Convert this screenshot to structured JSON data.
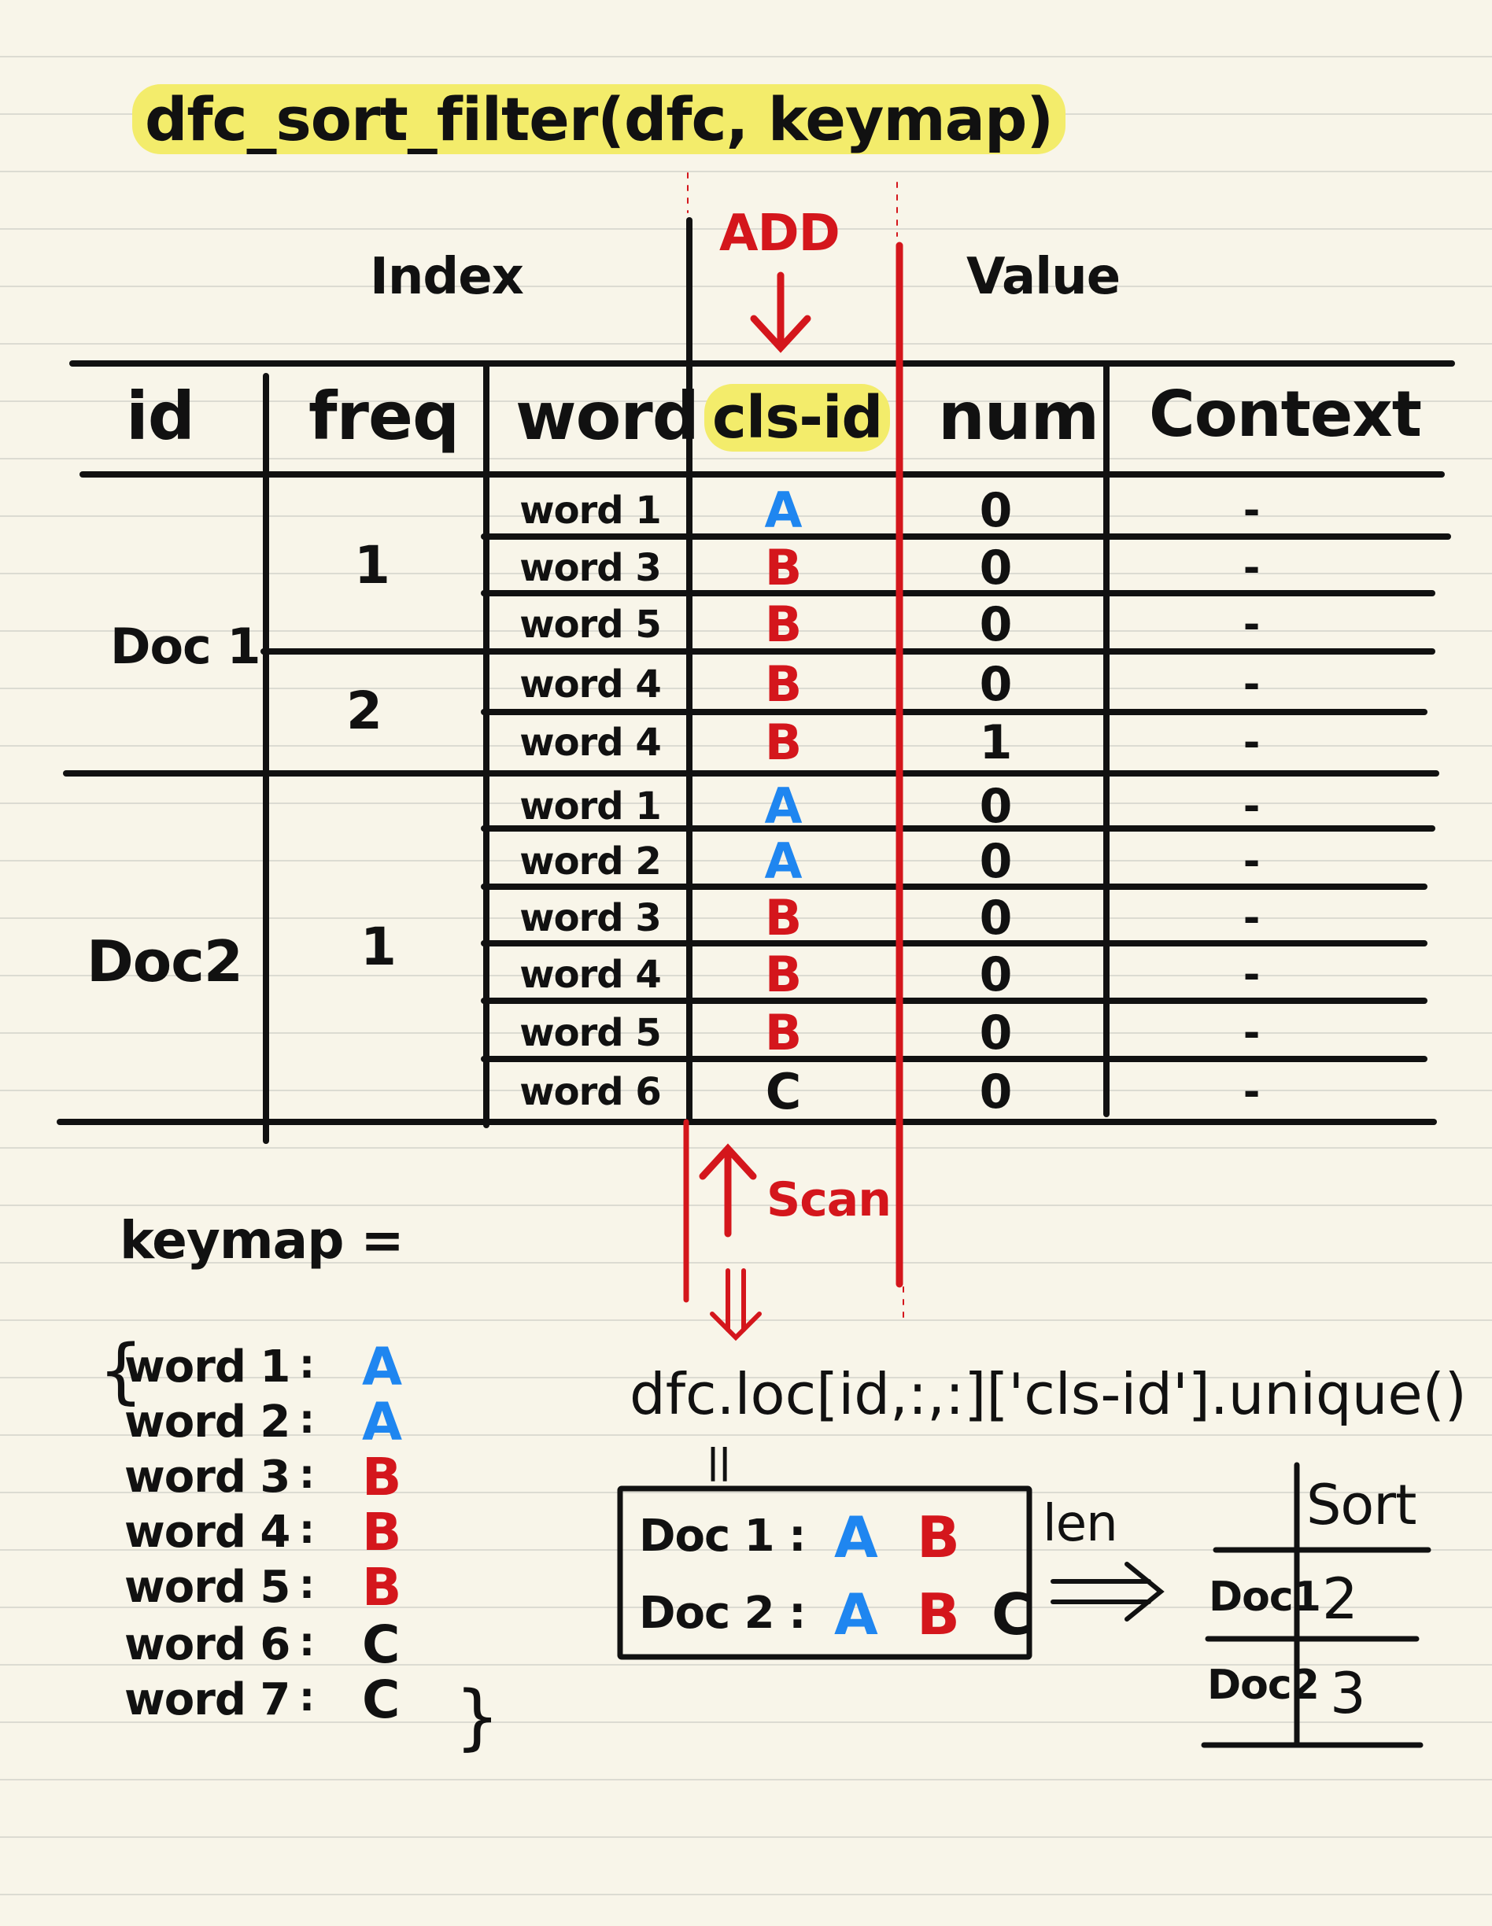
{
  "title": "dfc_sort_filter(dfc, keymap)",
  "annotations": {
    "index": "Index",
    "value": "Value",
    "add": "ADD",
    "scan": "Scan",
    "len": "len",
    "equals_mark": "||"
  },
  "table": {
    "headers": [
      "id",
      "freq",
      "word",
      "cls-id",
      "num",
      "Context"
    ],
    "groups": [
      {
        "id": "Doc 1",
        "freq_groups": [
          {
            "freq": "1",
            "rows": [
              {
                "word": "word 1",
                "cls": "A",
                "num": "0",
                "ctx": "-"
              },
              {
                "word": "word 3",
                "cls": "B",
                "num": "0",
                "ctx": "-"
              },
              {
                "word": "word 5",
                "cls": "B",
                "num": "0",
                "ctx": "-"
              }
            ]
          },
          {
            "freq": "2",
            "rows": [
              {
                "word": "word 4",
                "cls": "B",
                "num": "0",
                "ctx": "-"
              },
              {
                "word": "word 4",
                "cls": "B",
                "num": "1",
                "ctx": "-"
              }
            ]
          }
        ]
      },
      {
        "id": "Doc2",
        "freq_groups": [
          {
            "freq": "1",
            "rows": [
              {
                "word": "word 1",
                "cls": "A",
                "num": "0",
                "ctx": "-"
              },
              {
                "word": "word 2",
                "cls": "A",
                "num": "0",
                "ctx": "-"
              },
              {
                "word": "word 3",
                "cls": "B",
                "num": "0",
                "ctx": "-"
              },
              {
                "word": "word 4",
                "cls": "B",
                "num": "0",
                "ctx": "-"
              },
              {
                "word": "word 5",
                "cls": "B",
                "num": "0",
                "ctx": "-"
              },
              {
                "word": "word 6",
                "cls": "C",
                "num": "0",
                "ctx": "-"
              }
            ]
          }
        ]
      }
    ]
  },
  "keymap": {
    "label": "keymap =",
    "open_brace": "{",
    "close_brace": "}",
    "entries": [
      {
        "key": "word 1",
        "value": "A"
      },
      {
        "key": "word 2",
        "value": "A"
      },
      {
        "key": "word 3",
        "value": "B"
      },
      {
        "key": "word 4",
        "value": "B"
      },
      {
        "key": "word 5",
        "value": "B"
      },
      {
        "key": "word 6",
        "value": "C"
      },
      {
        "key": "word 7",
        "value": "C"
      }
    ]
  },
  "code": "dfc.loc[id,:,:]['cls-id'].unique()",
  "unique_box": [
    {
      "doc": "Doc 1 :",
      "vals": [
        "A",
        "B"
      ]
    },
    {
      "doc": "Doc 2 :",
      "vals": [
        "A",
        "B",
        "C"
      ]
    }
  ],
  "sort_table": {
    "header": "Sort",
    "rows": [
      {
        "doc": "Doc1",
        "value": "2"
      },
      {
        "doc": "Doc2",
        "value": "3"
      }
    ]
  },
  "colors": {
    "A": "#1f86f0",
    "B": "#d4161c",
    "C": "#111111",
    "highlight": "#f3ec6b",
    "accent_red": "#d4161c"
  }
}
